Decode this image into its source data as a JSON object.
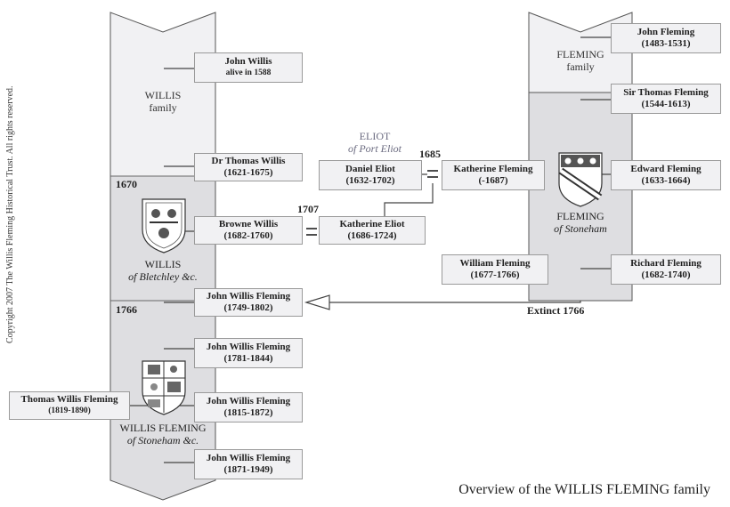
{
  "copyright": "Copyright 2007 The Willis Fleming Historical Trust. All rights reserved.",
  "title": "Overview of the WILLIS FLEMING family",
  "willis_family": {
    "line1": "WILLIS",
    "line2": "family"
  },
  "willis_bletchley": {
    "line1": "WILLIS",
    "line2": "of Bletchley &c."
  },
  "willis_fleming_stoneham": {
    "line1": "WILLIS FLEMING",
    "line2": "of Stoneham &c."
  },
  "fleming_family": {
    "line1": "FLEMING",
    "line2": "family"
  },
  "fleming_stoneham": {
    "line1": "FLEMING",
    "line2": "of Stoneham"
  },
  "eliot": {
    "line1": "ELIOT",
    "line2": "of Port Eliot"
  },
  "years": {
    "y1670": "1670",
    "y1766": "1766",
    "y1707": "1707",
    "y1685": "1685",
    "extinct": "Extinct 1766"
  },
  "people": {
    "john_willis": {
      "name": "John Willis",
      "dates": "alive in 1588"
    },
    "thomas_willis": {
      "name": "Dr Thomas Willis",
      "dates": "(1621-1675)"
    },
    "browne_willis": {
      "name": "Browne Willis",
      "dates": "(1682-1760)"
    },
    "jwf_1749": {
      "name": "John Willis Fleming",
      "dates": "(1749-1802)"
    },
    "jwf_1781": {
      "name": "John Willis Fleming",
      "dates": "(1781-1844)"
    },
    "jwf_1815": {
      "name": "John Willis Fleming",
      "dates": "(1815-1872)"
    },
    "jwf_1871": {
      "name": "John Willis Fleming",
      "dates": "(1871-1949)"
    },
    "twf_1819": {
      "name": "Thomas Willis Fleming",
      "dates": "(1819-1890)"
    },
    "daniel_eliot": {
      "name": "Daniel Eliot",
      "dates": "(1632-1702)"
    },
    "katherine_eliot": {
      "name": "Katherine Eliot",
      "dates": "(1686-1724)"
    },
    "katherine_fleming": {
      "name": "Katherine Fleming",
      "dates": "(-1687)"
    },
    "william_fleming": {
      "name": "William Fleming",
      "dates": "(1677-1766)"
    },
    "john_fleming": {
      "name": "John Fleming",
      "dates": "(1483-1531)"
    },
    "sir_thomas_fleming": {
      "name": "Sir Thomas Fleming",
      "dates": "(1544-1613)"
    },
    "edward_fleming": {
      "name": "Edward Fleming",
      "dates": "(1633-1664)"
    },
    "richard_fleming": {
      "name": "Richard Fleming",
      "dates": "(1682-1740)"
    }
  }
}
